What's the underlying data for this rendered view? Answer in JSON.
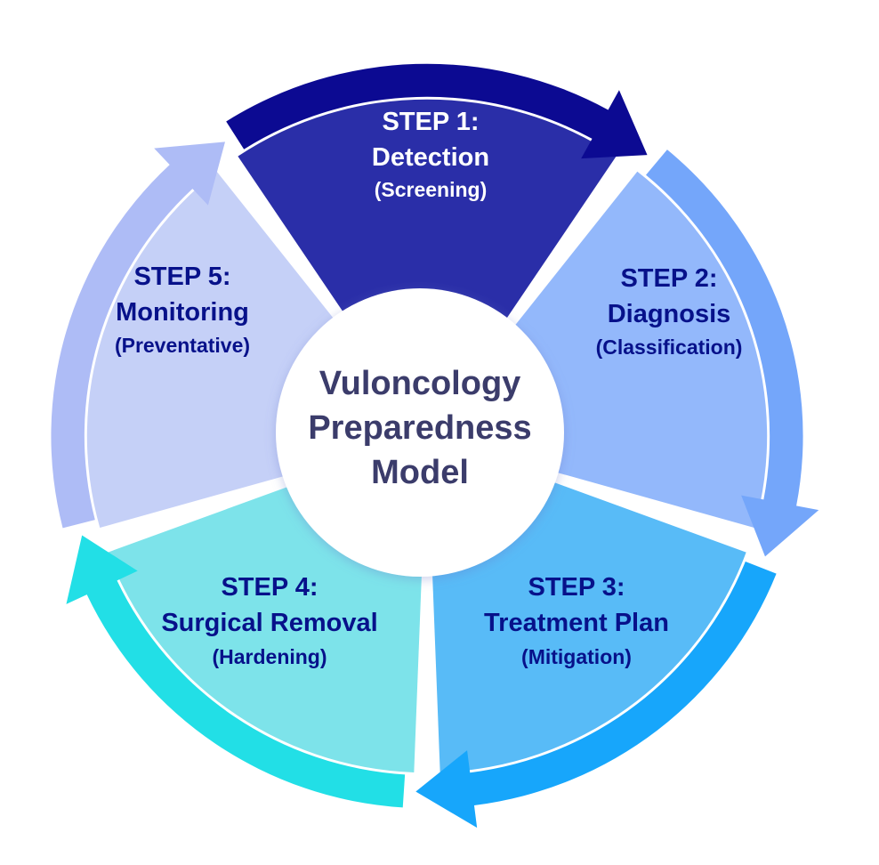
{
  "diagram": {
    "title_lines": [
      "Vulonc­ology",
      "Preparedness",
      "Model"
    ],
    "steps": [
      {
        "step": "STEP 1:",
        "name": "Detection",
        "sub": "(Screening)",
        "fill": "#2a2ea8",
        "arrow": "#0c0a92"
      },
      {
        "step": "STEP 2:",
        "name": "Diagnosis",
        "sub": "(Classification)",
        "fill": "#93b8fb",
        "arrow": "#74a6fa"
      },
      {
        "step": "STEP 3:",
        "name": "Treatment Plan",
        "sub": "(Mitigation)",
        "fill": "#58bbf7",
        "arrow": "#17a6fb"
      },
      {
        "step": "STEP 4:",
        "name": "Surgical Removal",
        "sub": "(Hardening)",
        "fill": "#7de3ea",
        "arrow": "#22dfe6"
      },
      {
        "step": "STEP 5:",
        "name": "Monitoring",
        "sub": "(Preventative)",
        "fill": "#c5d0f7",
        "arrow": "#aebcf6"
      }
    ],
    "colors": {
      "text_dark": "#07118a",
      "text_step1": "#ffffff",
      "center_text": "#3b3c6b",
      "center_fill": "#ffffff"
    }
  }
}
